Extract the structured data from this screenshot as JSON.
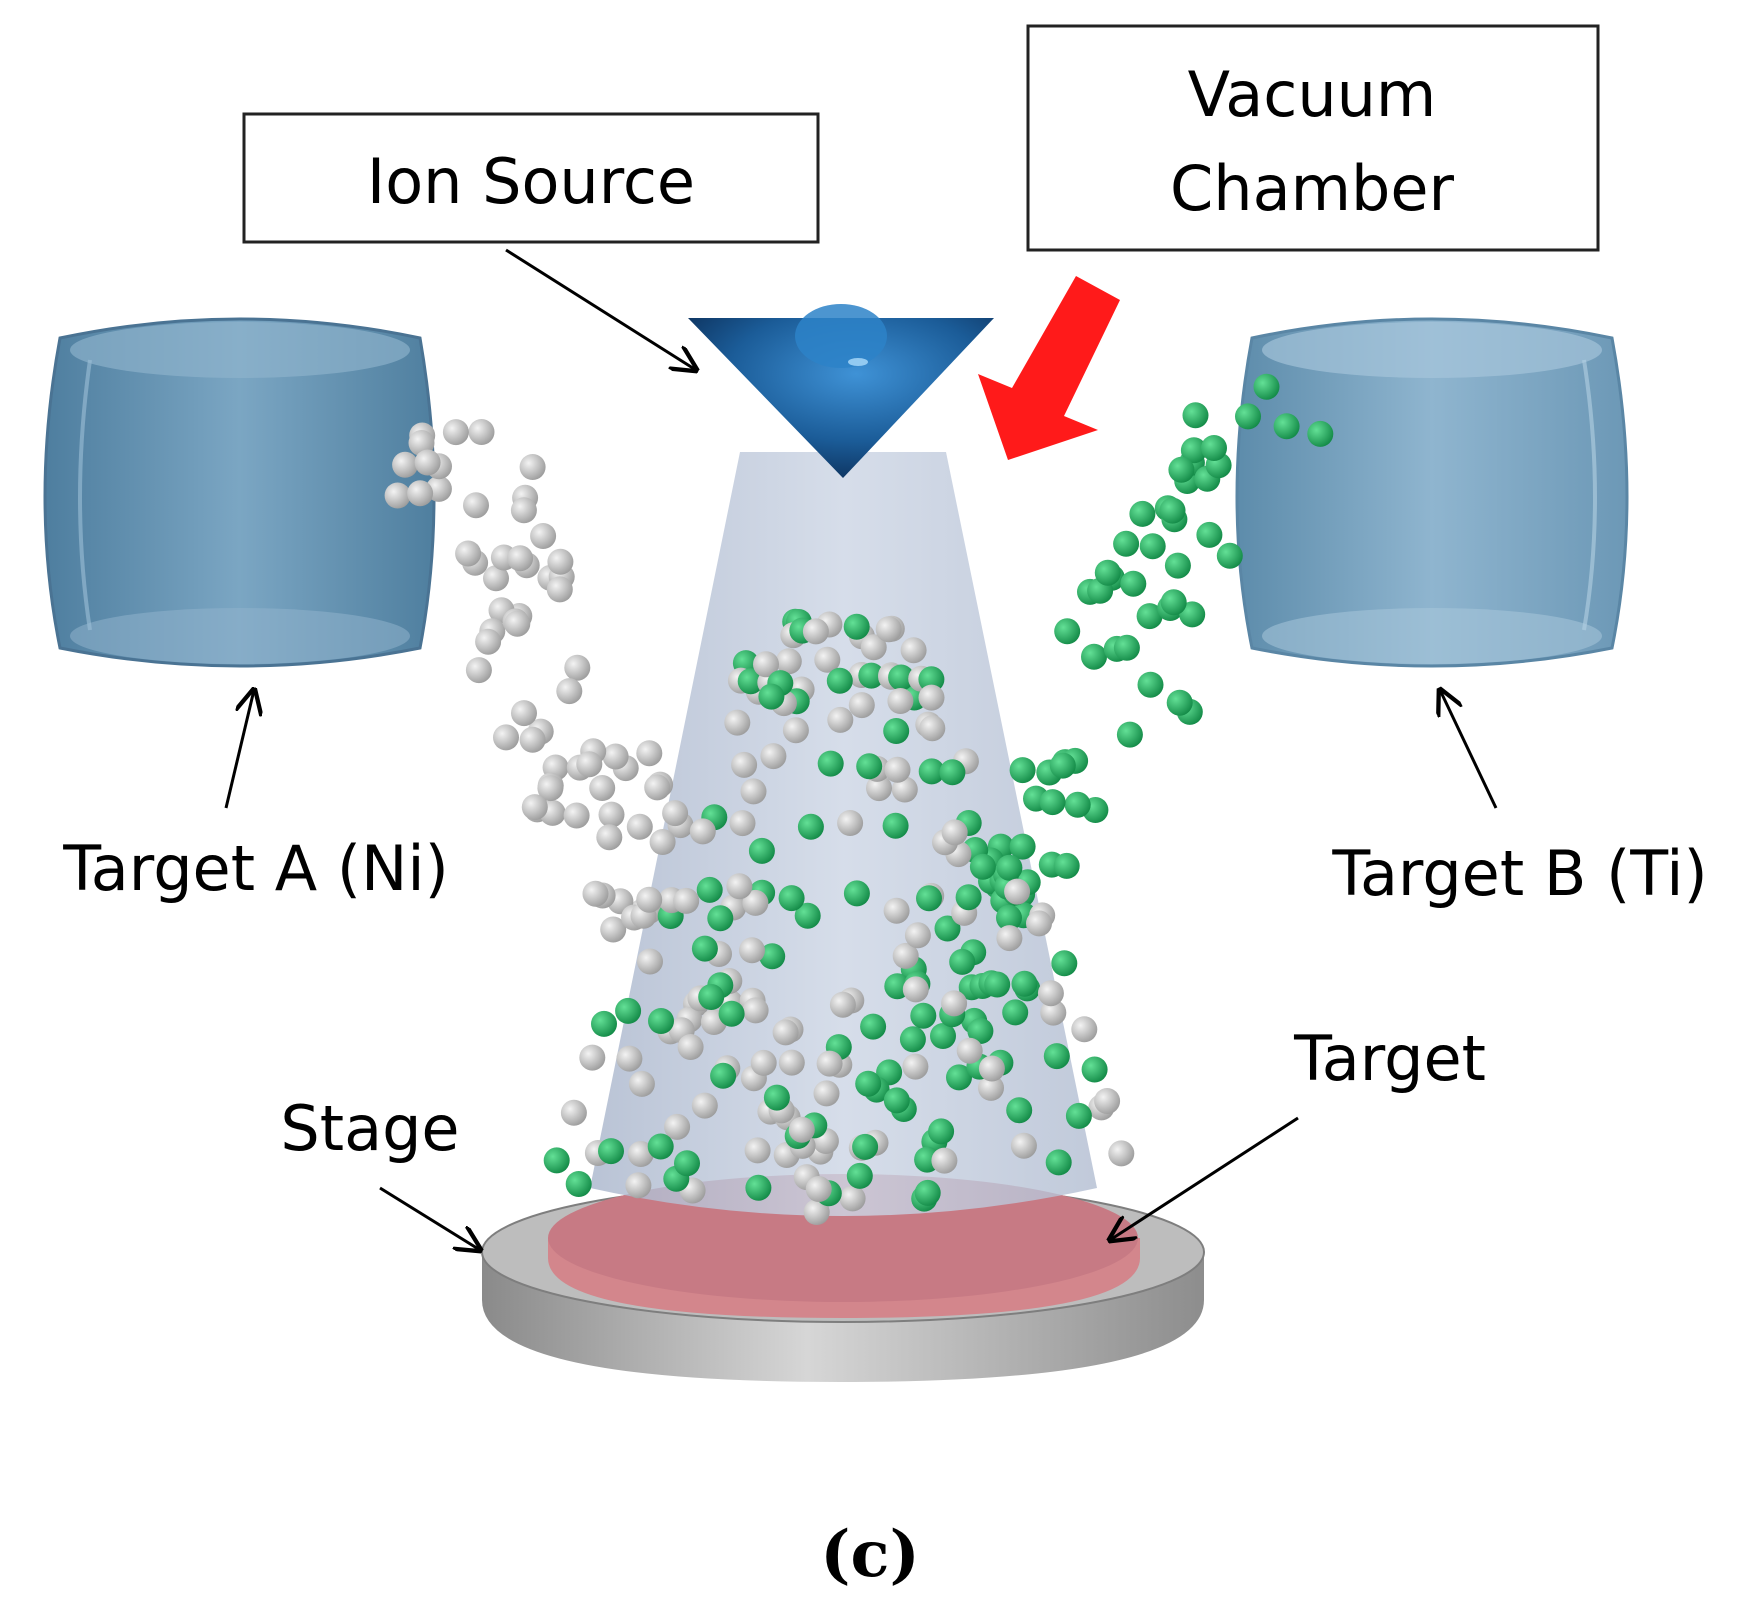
{
  "labels": {
    "ion_source": "Ion Source",
    "vacuum_chamber_line1": "Vacuum",
    "vacuum_chamber_line2": "Chamber",
    "target_a": "Target A (Ni)",
    "target_b": "Target B (Ti)",
    "target": "Target",
    "stage": "Stage"
  },
  "caption": "(c)",
  "colors": {
    "target_cylinder": "#5f8fae",
    "ion_source": "#1f5f99",
    "beam_cone": "#b8c4d8",
    "ni_particle": "#c6c6c6",
    "ti_particle": "#2fb46a",
    "substrate": "#d0898e",
    "stage": "#a8a8a8",
    "highlight_arrow": "#ff1a1a"
  },
  "icons": {
    "ion_source": "ion-source-cone-icon",
    "highlight_arrow": "red-arrow-icon"
  }
}
